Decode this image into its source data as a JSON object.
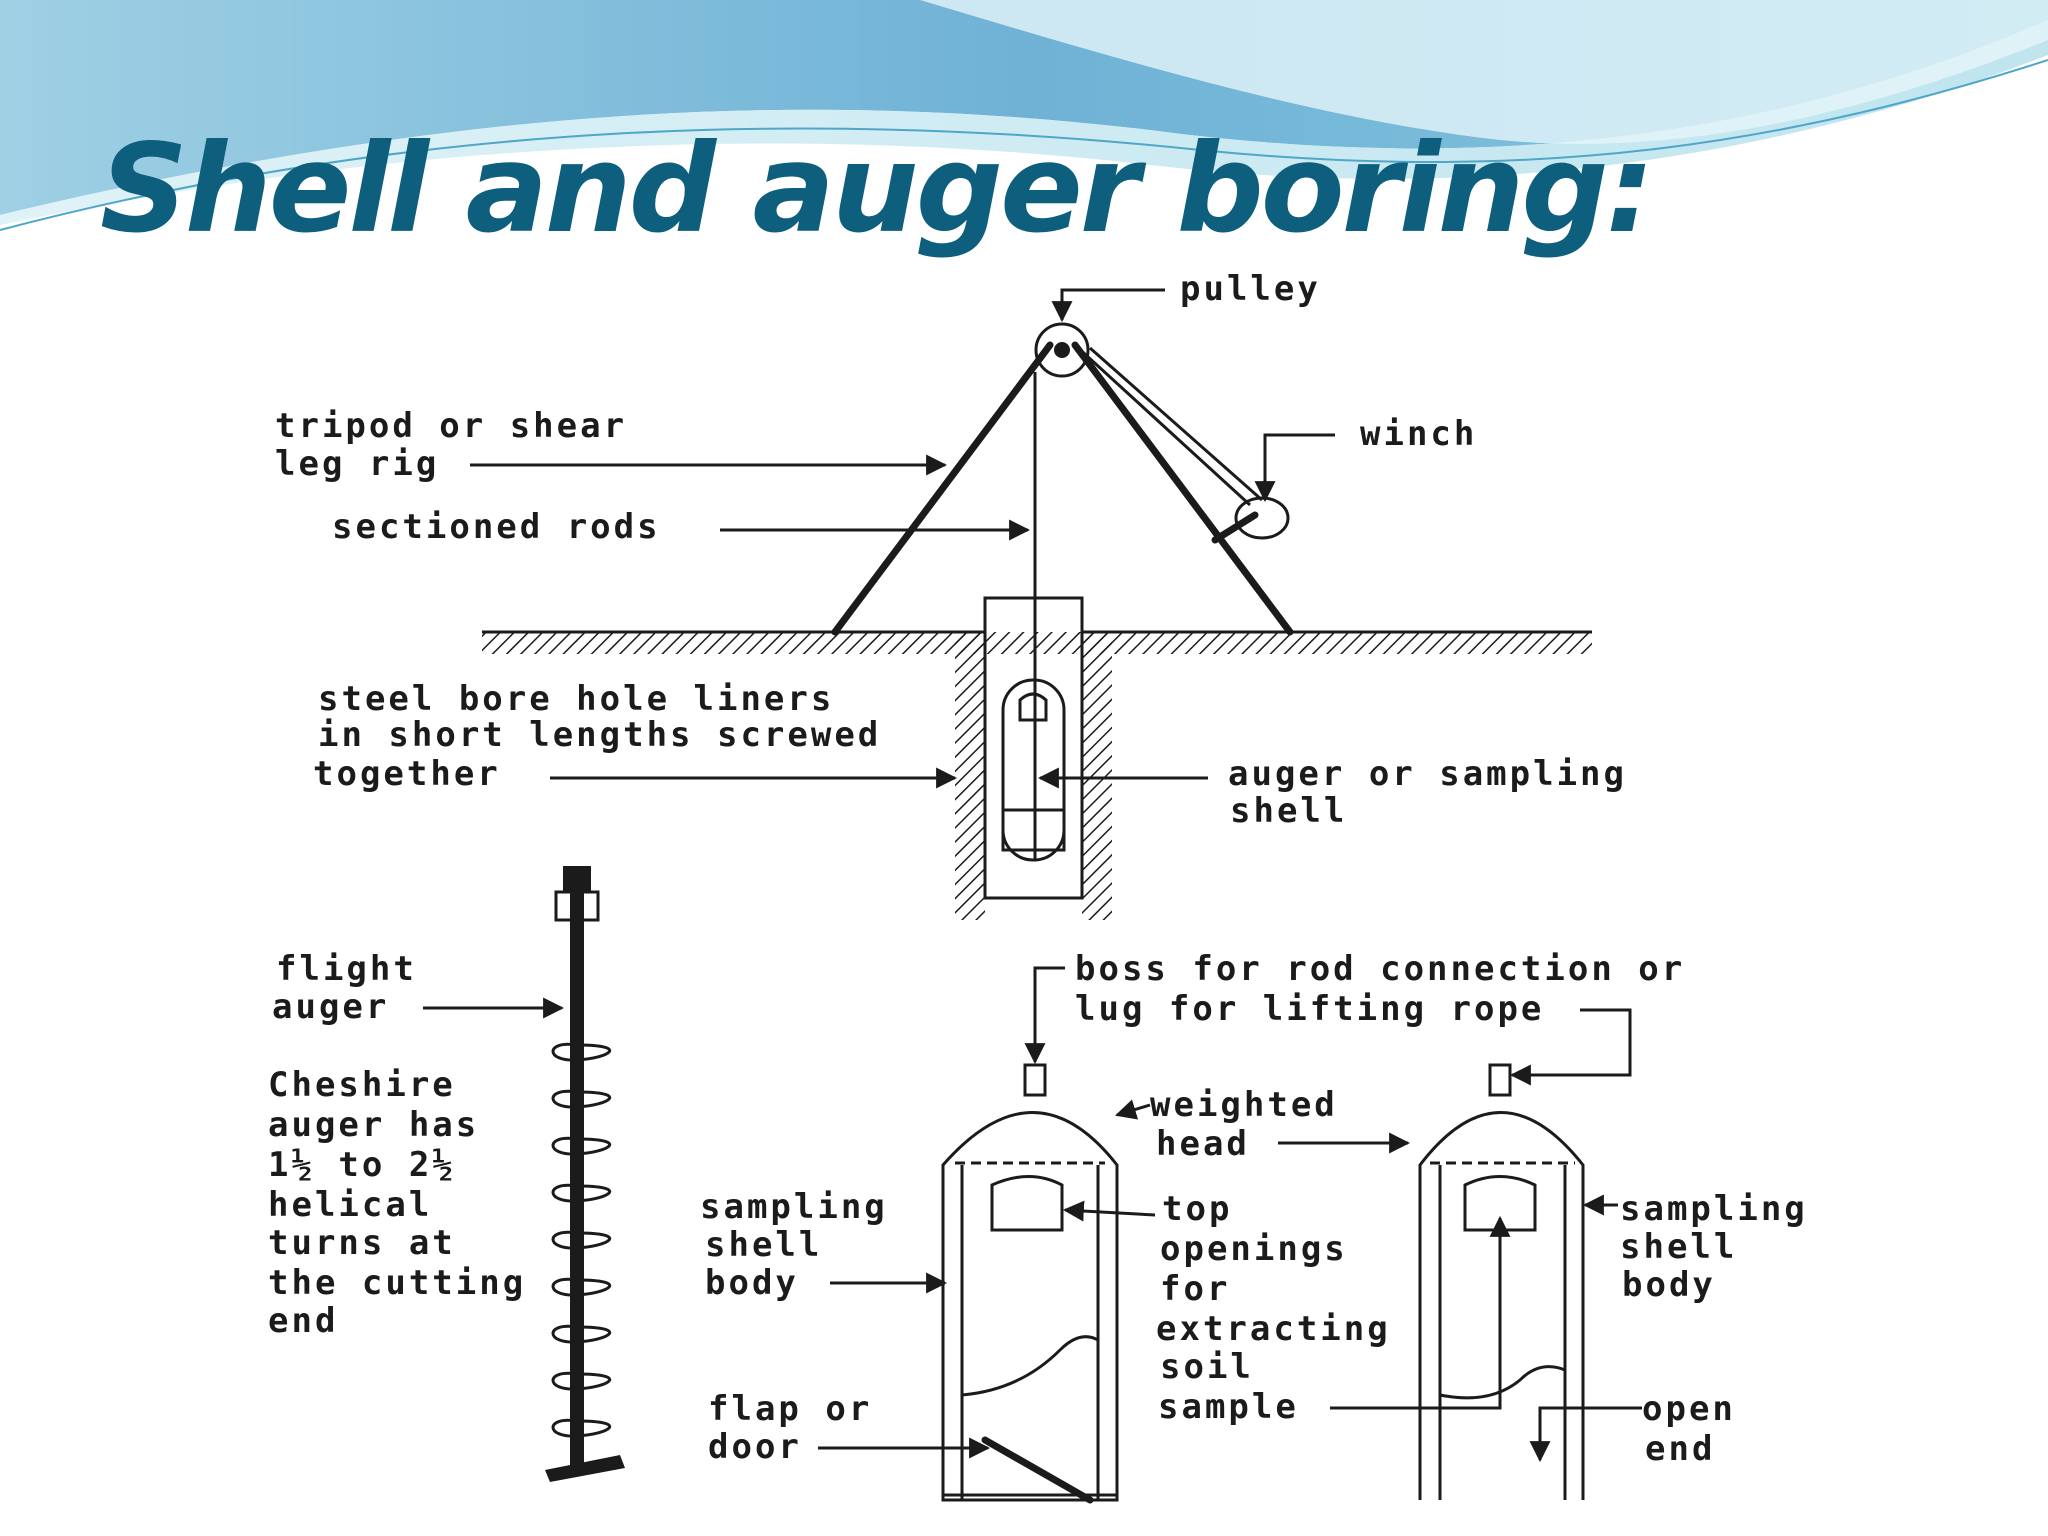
{
  "slide": {
    "title": "Shell and auger boring:",
    "colors": {
      "title": "#0e5f7d",
      "wave_top": "#86bfdb",
      "wave_light": "#cfeaf3",
      "ink": "#1b1b1b"
    }
  },
  "diagram": {
    "labels": {
      "pulley": "pulley",
      "tripod_line1": "tripod or shear",
      "tripod_line2": "leg rig",
      "winch": "winch",
      "rods": "sectioned rods",
      "liners_line1": "steel bore hole liners",
      "liners_line2": "in short lengths screwed",
      "liners_line3": "together",
      "auger_shell_line1": "auger or sampling",
      "auger_shell_line2": "shell",
      "flight_line1": "flight",
      "flight_line2": "auger",
      "cheshire_line1": "Cheshire",
      "cheshire_line2": "auger has",
      "cheshire_line3": "1½ to 2½",
      "cheshire_line4": "helical",
      "cheshire_line5": "turns at",
      "cheshire_line6": "the cutting",
      "cheshire_line7": "end",
      "boss_line1": "boss for rod connection or",
      "boss_line2": "lug for lifting rope",
      "weighted_line1": "weighted",
      "weighted_line2": "head",
      "sampling_left_line1": "sampling",
      "sampling_left_line2": "shell",
      "sampling_left_line3": "body",
      "top_line1": "top",
      "top_line2": "openings",
      "top_line3": "for",
      "top_line4": "extracting",
      "top_line5": "soil",
      "top_line6": "sample",
      "sampling_right_line1": "sampling",
      "sampling_right_line2": "shell",
      "sampling_right_line3": "body",
      "flap_line1": "flap or",
      "flap_line2": "door",
      "open_line1": "open",
      "open_line2": "end"
    }
  }
}
